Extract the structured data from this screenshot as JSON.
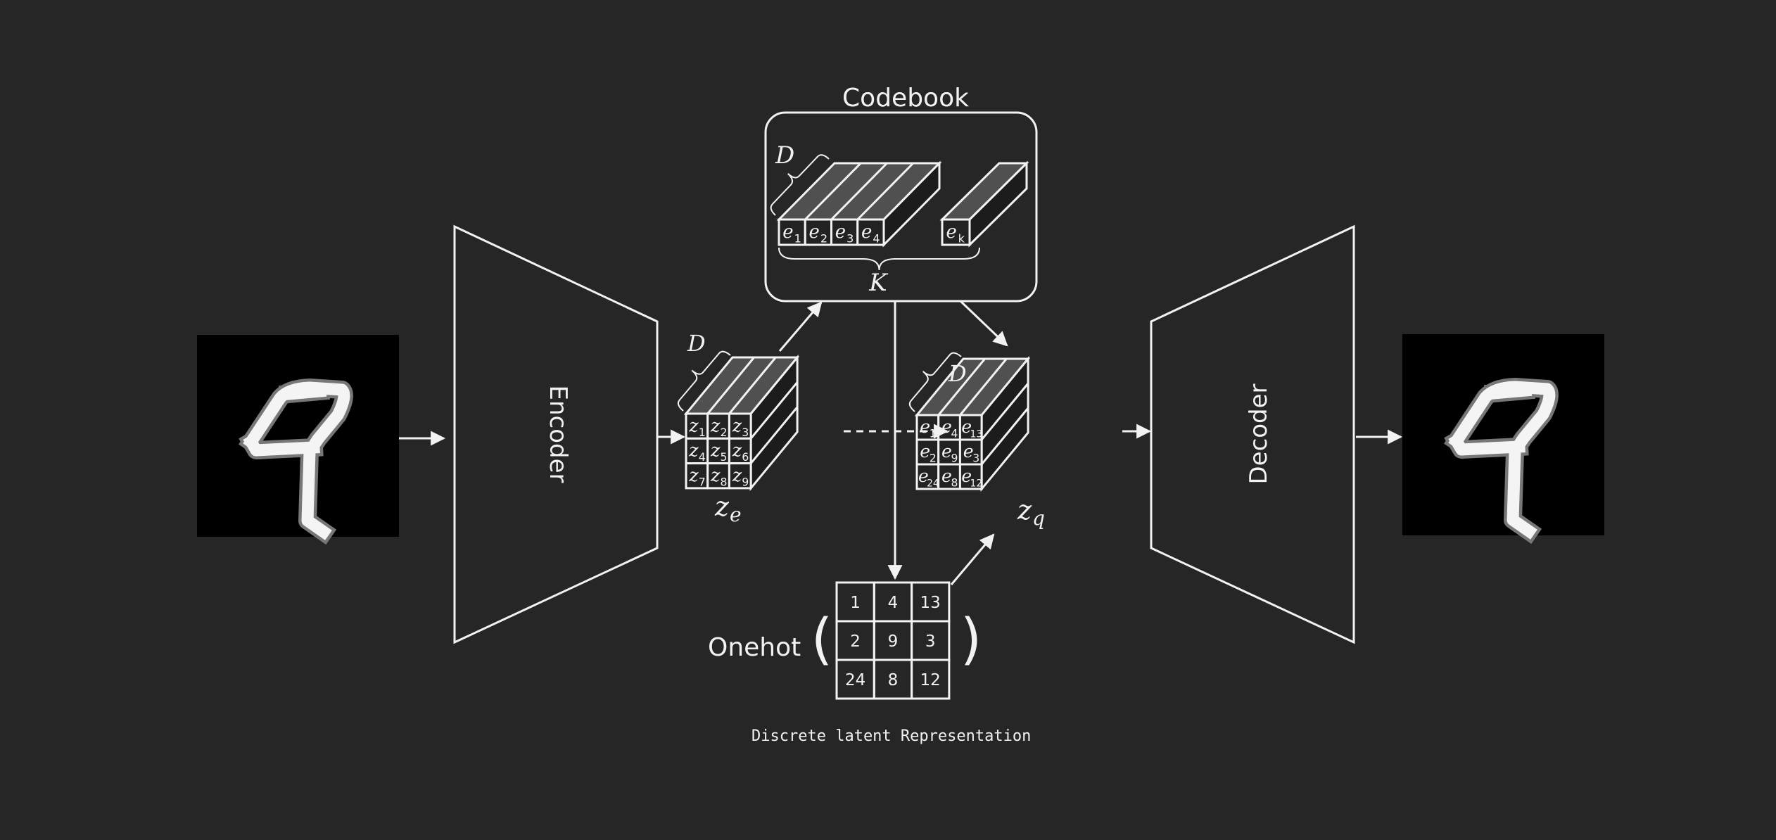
{
  "codebook": {
    "title": "Codebook",
    "dim_label": "D",
    "size_label": "K",
    "vectors": [
      {
        "sym": "e",
        "sub": "1"
      },
      {
        "sym": "e",
        "sub": "2"
      },
      {
        "sym": "e",
        "sub": "3"
      },
      {
        "sym": "e",
        "sub": "4"
      }
    ],
    "last_vector": {
      "sym": "e",
      "sub": "k"
    }
  },
  "encoder": {
    "label": "Encoder"
  },
  "decoder": {
    "label": "Decoder"
  },
  "z_e": {
    "label_sym": "z",
    "label_sub": "e",
    "dim_label": "D",
    "cells": [
      {
        "sym": "z",
        "sub": "1"
      },
      {
        "sym": "z",
        "sub": "2"
      },
      {
        "sym": "z",
        "sub": "3"
      },
      {
        "sym": "z",
        "sub": "4"
      },
      {
        "sym": "z",
        "sub": "5"
      },
      {
        "sym": "z",
        "sub": "6"
      },
      {
        "sym": "z",
        "sub": "7"
      },
      {
        "sym": "z",
        "sub": "8"
      },
      {
        "sym": "z",
        "sub": "9"
      }
    ]
  },
  "z_q": {
    "label_sym": "z",
    "label_sub": "q",
    "dim_label": "D",
    "cells": [
      {
        "sym": "e",
        "sub": "1"
      },
      {
        "sym": "e",
        "sub": "4"
      },
      {
        "sym": "e",
        "sub": "13"
      },
      {
        "sym": "e",
        "sub": "2"
      },
      {
        "sym": "e",
        "sub": "9"
      },
      {
        "sym": "e",
        "sub": "3"
      },
      {
        "sym": "e",
        "sub": "24"
      },
      {
        "sym": "e",
        "sub": "8"
      },
      {
        "sym": "e",
        "sub": "12"
      }
    ]
  },
  "onehot": {
    "label": "Onehot",
    "open_paren": "(",
    "close_paren": ")",
    "indices": [
      "1",
      "4",
      "13",
      "2",
      "9",
      "3",
      "24",
      "8",
      "12"
    ],
    "caption": "Discrete latent Representation"
  },
  "colors": {
    "background": "#262626",
    "stroke": "#f2f2f2",
    "top_face": "#505050",
    "side_face": "#1c1c1c"
  }
}
